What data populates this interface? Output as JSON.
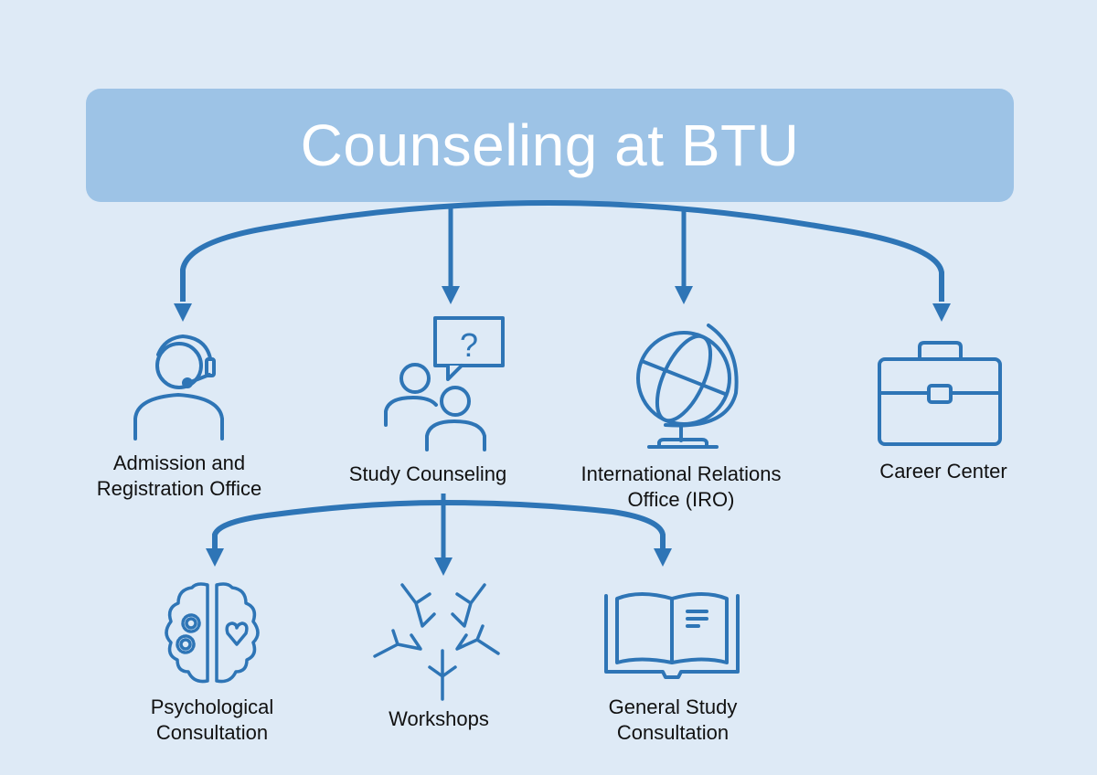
{
  "title": "Counseling at BTU",
  "colors": {
    "background": "#deeaf6",
    "banner": "#9dc3e6",
    "accent": "#2e75b6",
    "title_text": "#ffffff"
  },
  "level1": [
    {
      "id": "admission",
      "label_lines": [
        "Admission and",
        "Registration Office"
      ],
      "icon": "headset-person-icon"
    },
    {
      "id": "study",
      "label_lines": [
        "Study Counseling"
      ],
      "icon": "people-question-icon"
    },
    {
      "id": "iro",
      "label_lines": [
        "International Relations",
        "Office (IRO)"
      ],
      "icon": "globe-icon"
    },
    {
      "id": "career",
      "label_lines": [
        "Career Center"
      ],
      "icon": "briefcase-icon"
    }
  ],
  "level2_parent": "Study Counseling",
  "level2": [
    {
      "id": "psych",
      "label_lines": [
        "Psychological",
        "Consultation"
      ],
      "icon": "brain-icon"
    },
    {
      "id": "workshops",
      "label_lines": [
        "Workshops"
      ],
      "icon": "hands-circle-icon"
    },
    {
      "id": "general",
      "label_lines": [
        "General Study",
        "Consultation"
      ],
      "icon": "open-book-icon"
    }
  ]
}
